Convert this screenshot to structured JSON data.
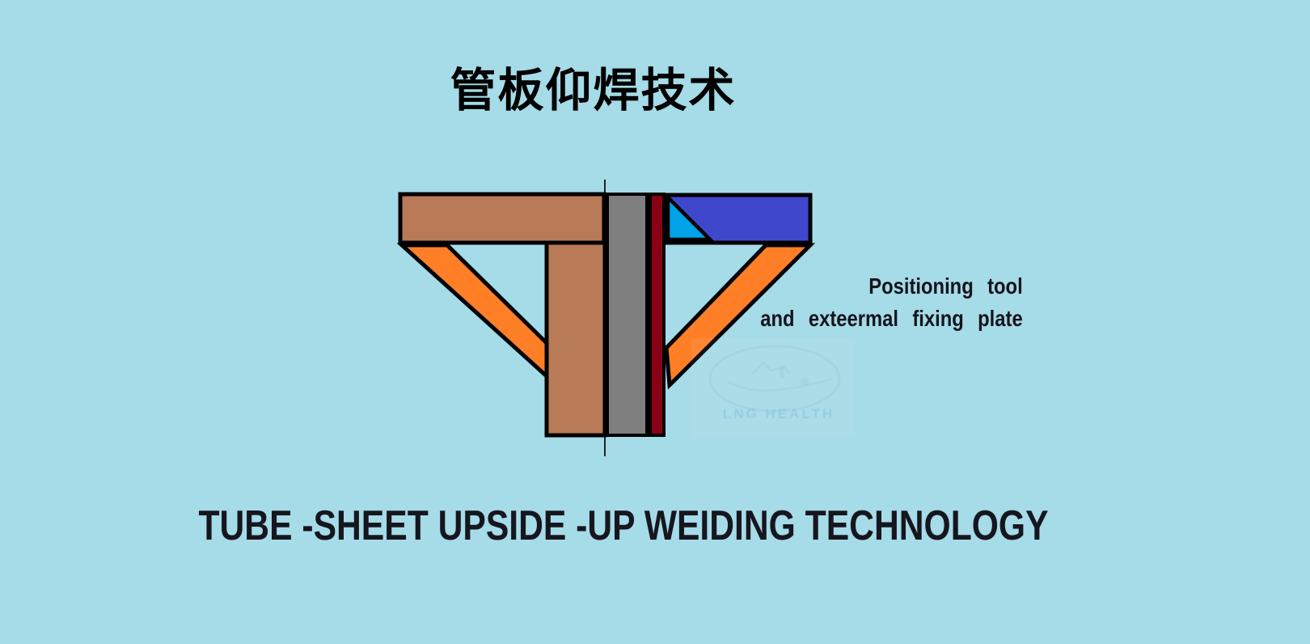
{
  "title": "管板仰焊技术",
  "caption": "TUBE -SHEET UPSIDE -UP WEIDING TECHNOLOGY",
  "annotation": {
    "line1": "Positioning tool",
    "line2": "and exteermal fixing plate"
  },
  "watermark": {
    "text": "LNG HEALTH"
  },
  "colors": {
    "background": "#a6dbe8",
    "outline": "#000000",
    "tube_brown": "#B97A57",
    "sheet_gray": "#7F7F7F",
    "weld_dark_red": "#880015",
    "backing_turquoise": "#00A2E8",
    "plate_indigo": "#3F48CC",
    "strut_orange": "#FF7F27",
    "centerline_dark": "#222222",
    "text_dark": "#16161e"
  }
}
